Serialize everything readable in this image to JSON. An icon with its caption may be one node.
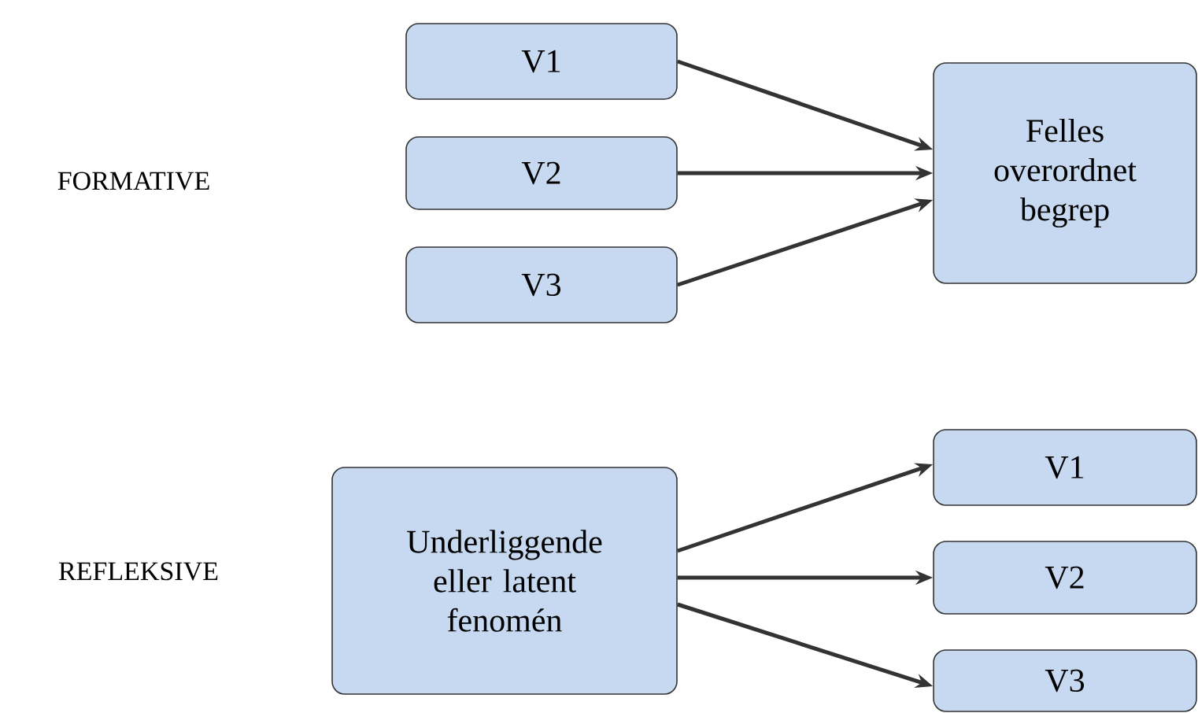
{
  "diagram": {
    "nodes": [
      {
        "text": [
          "V1"
        ]
      },
      {
        "text": [
          "V2"
        ]
      },
      {
        "text": [
          "V3"
        ]
      },
      {
        "text": [
          "Felles overordnet begrep"
        ]
      },
      {
        "text": [
          "Underliggende eller latent fenomén"
        ]
      },
      {
        "text": [
          "V1"
        ]
      },
      {
        "text": [
          "V2"
        ]
      },
      {
        "text": [
          "V3"
        ]
      }
    ],
    "edges": [
      {
        "from": 0,
        "to": 3,
        "arrow": "to"
      },
      {
        "from": 1,
        "to": 3,
        "arrow": "to"
      },
      {
        "from": 2,
        "to": 3,
        "arrow": "to"
      },
      {
        "from": 4,
        "to": 5,
        "arrow": "to"
      },
      {
        "from": 4,
        "to": 6,
        "arrow": "to"
      },
      {
        "from": 4,
        "to": 7,
        "arrow": "to"
      }
    ],
    "labels": [
      "FORMATIVE",
      "REFLEKSIVE"
    ]
  }
}
